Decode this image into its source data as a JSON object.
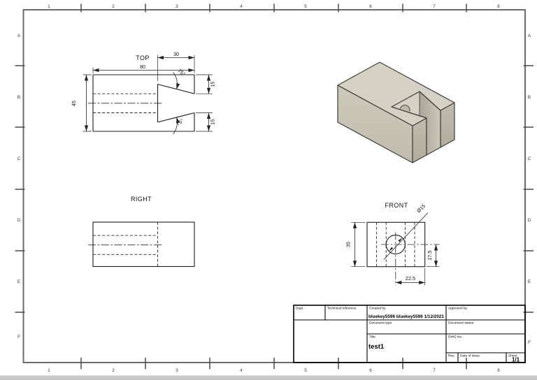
{
  "drawing": {
    "zones": {
      "columns": [
        "1",
        "2",
        "3",
        "4",
        "5",
        "6",
        "7",
        "8"
      ],
      "rows": [
        "A",
        "B",
        "C",
        "D",
        "E",
        "F"
      ]
    },
    "views": {
      "top": {
        "label": "TOP",
        "width": "80",
        "notch_depth": "30",
        "height": "45",
        "notch_top": "15",
        "notch_bottom": "15",
        "angle_top": "75°",
        "angle_bottom": "75°"
      },
      "right": {
        "label": "RIGHT"
      },
      "front": {
        "label": "FRONT",
        "height": "35",
        "hole_diameter": "Ø15",
        "center_from_bottom": "17.5",
        "center_from_edge": "22.5"
      }
    },
    "title_block": {
      "dept_label": "Dept.",
      "technical_reference_label": "Technical reference",
      "created_by_label": "Created by",
      "created_by_value": "bluekey5596 bluekey5596 1/12/2021",
      "approved_by_label": "Approved by",
      "document_type_label": "Document type",
      "document_status_label": "Document status",
      "title_label": "Title",
      "title_value": "test1",
      "dwg_label": "DWG No.",
      "rev_label": "Rev.",
      "date_of_issue_label": "Date of issue",
      "sheet_label": "Sheet",
      "sheet_value": "1/1"
    },
    "colors": {
      "line": "#1d1d1d",
      "frame": "#6b6b6b",
      "model_top": "#d5d1c4",
      "model_front": "#c9c4b6",
      "model_side": "#b9b3a4",
      "background": "#ffffff",
      "canvas_edge": "#c9c9c9"
    }
  }
}
